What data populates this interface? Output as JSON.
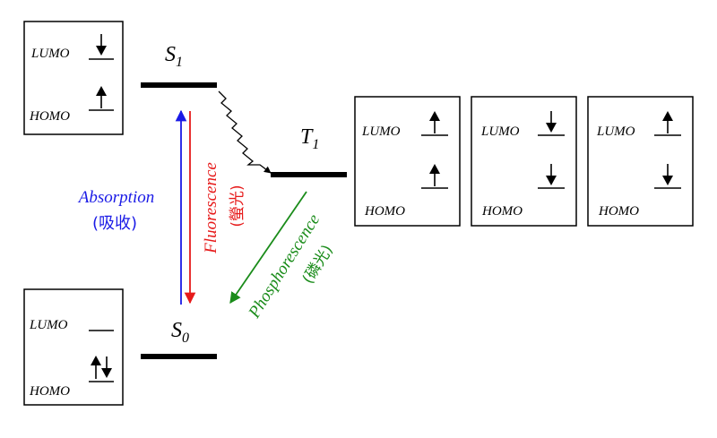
{
  "states": {
    "s1": {
      "letter": "S",
      "sub": "1"
    },
    "t1": {
      "letter": "T",
      "sub": "1"
    },
    "s0": {
      "letter": "S",
      "sub": "0"
    }
  },
  "orbitals": {
    "lumo": "LUMO",
    "homo": "HOMO"
  },
  "transitions": {
    "absorption": {
      "label": "Absorption",
      "cjk": "(吸收)",
      "color": "#1a1ae6"
    },
    "fluorescence": {
      "label": "Fluorescence",
      "cjk": "(螢光)",
      "color": "#e61a1a"
    },
    "phosphorescence": {
      "label": "Phosphorescence",
      "cjk": "(磷光)",
      "color": "#1a8c1a"
    }
  }
}
